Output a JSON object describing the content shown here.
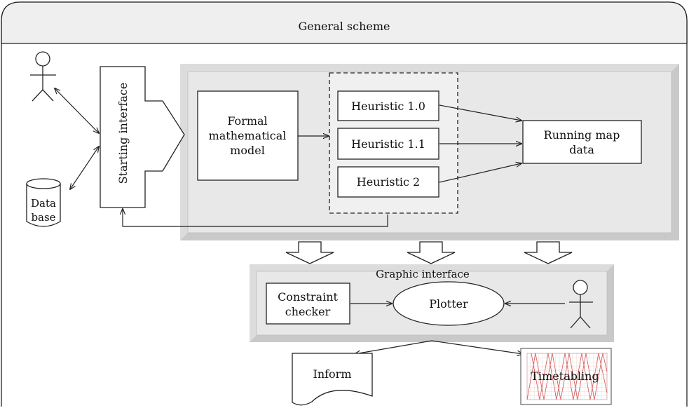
{
  "title": "General scheme",
  "actors": {
    "user": "",
    "operator": ""
  },
  "database": {
    "line1": "Data",
    "line2": "base"
  },
  "starting_interface": "Starting interface",
  "model": {
    "line1": "Formal",
    "line2": "mathematical",
    "line3": "model"
  },
  "heuristics": [
    "Heuristic 1.0",
    "Heuristic 1.1",
    "Heuristic 2"
  ],
  "running_map": {
    "line1": "Running map",
    "line2": "data"
  },
  "graphic_interface": {
    "title": "Graphic interface",
    "constraint_checker": {
      "line1": "Constraint",
      "line2": "checker"
    },
    "plotter": "Plotter"
  },
  "outputs": {
    "inform": "Inform",
    "timetabling": "Timetabling"
  },
  "colors": {
    "outer_frame": "#efefef",
    "panel_fill": "#e8e8e8",
    "panel_shadow": "#c9c9c9",
    "stroke": "#222222"
  }
}
